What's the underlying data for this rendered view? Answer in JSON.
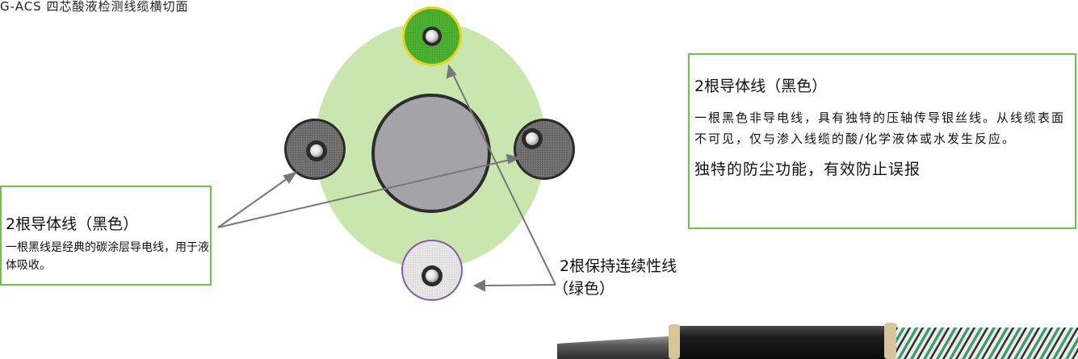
{
  "title": "G-ACS 四芯酸液检测线缆横切面",
  "left_box": {
    "title": "2根导体线（黑色）",
    "desc": "一根黑线是经典的碳涂层导电线，用于液体吸收。"
  },
  "right_box": {
    "title": "2根导体线（黑色）",
    "desc": "一根黑色非导电线，具有独特的压轴传导银丝线。从线缆表面不可见，仅与渗入线缆的酸/化学液体或水发生反应。",
    "highlight": "独特的防尘功能，有效防止误报"
  },
  "continuity_label": {
    "line1": "2根保持连续性线",
    "line2": "（绿色）"
  },
  "colors": {
    "accent_green": "#6cc24a",
    "cable_fill_green": "#c9e6ae",
    "continuity_wire_green": "#4caf30",
    "continuity_ring_yellow": "#e8d21a",
    "white_wire_ring_purple": "#8a5aa8",
    "core_gray": "#a4a4a8",
    "conductor_gray": "#6f6f6f",
    "arrow_gray": "#777777"
  }
}
